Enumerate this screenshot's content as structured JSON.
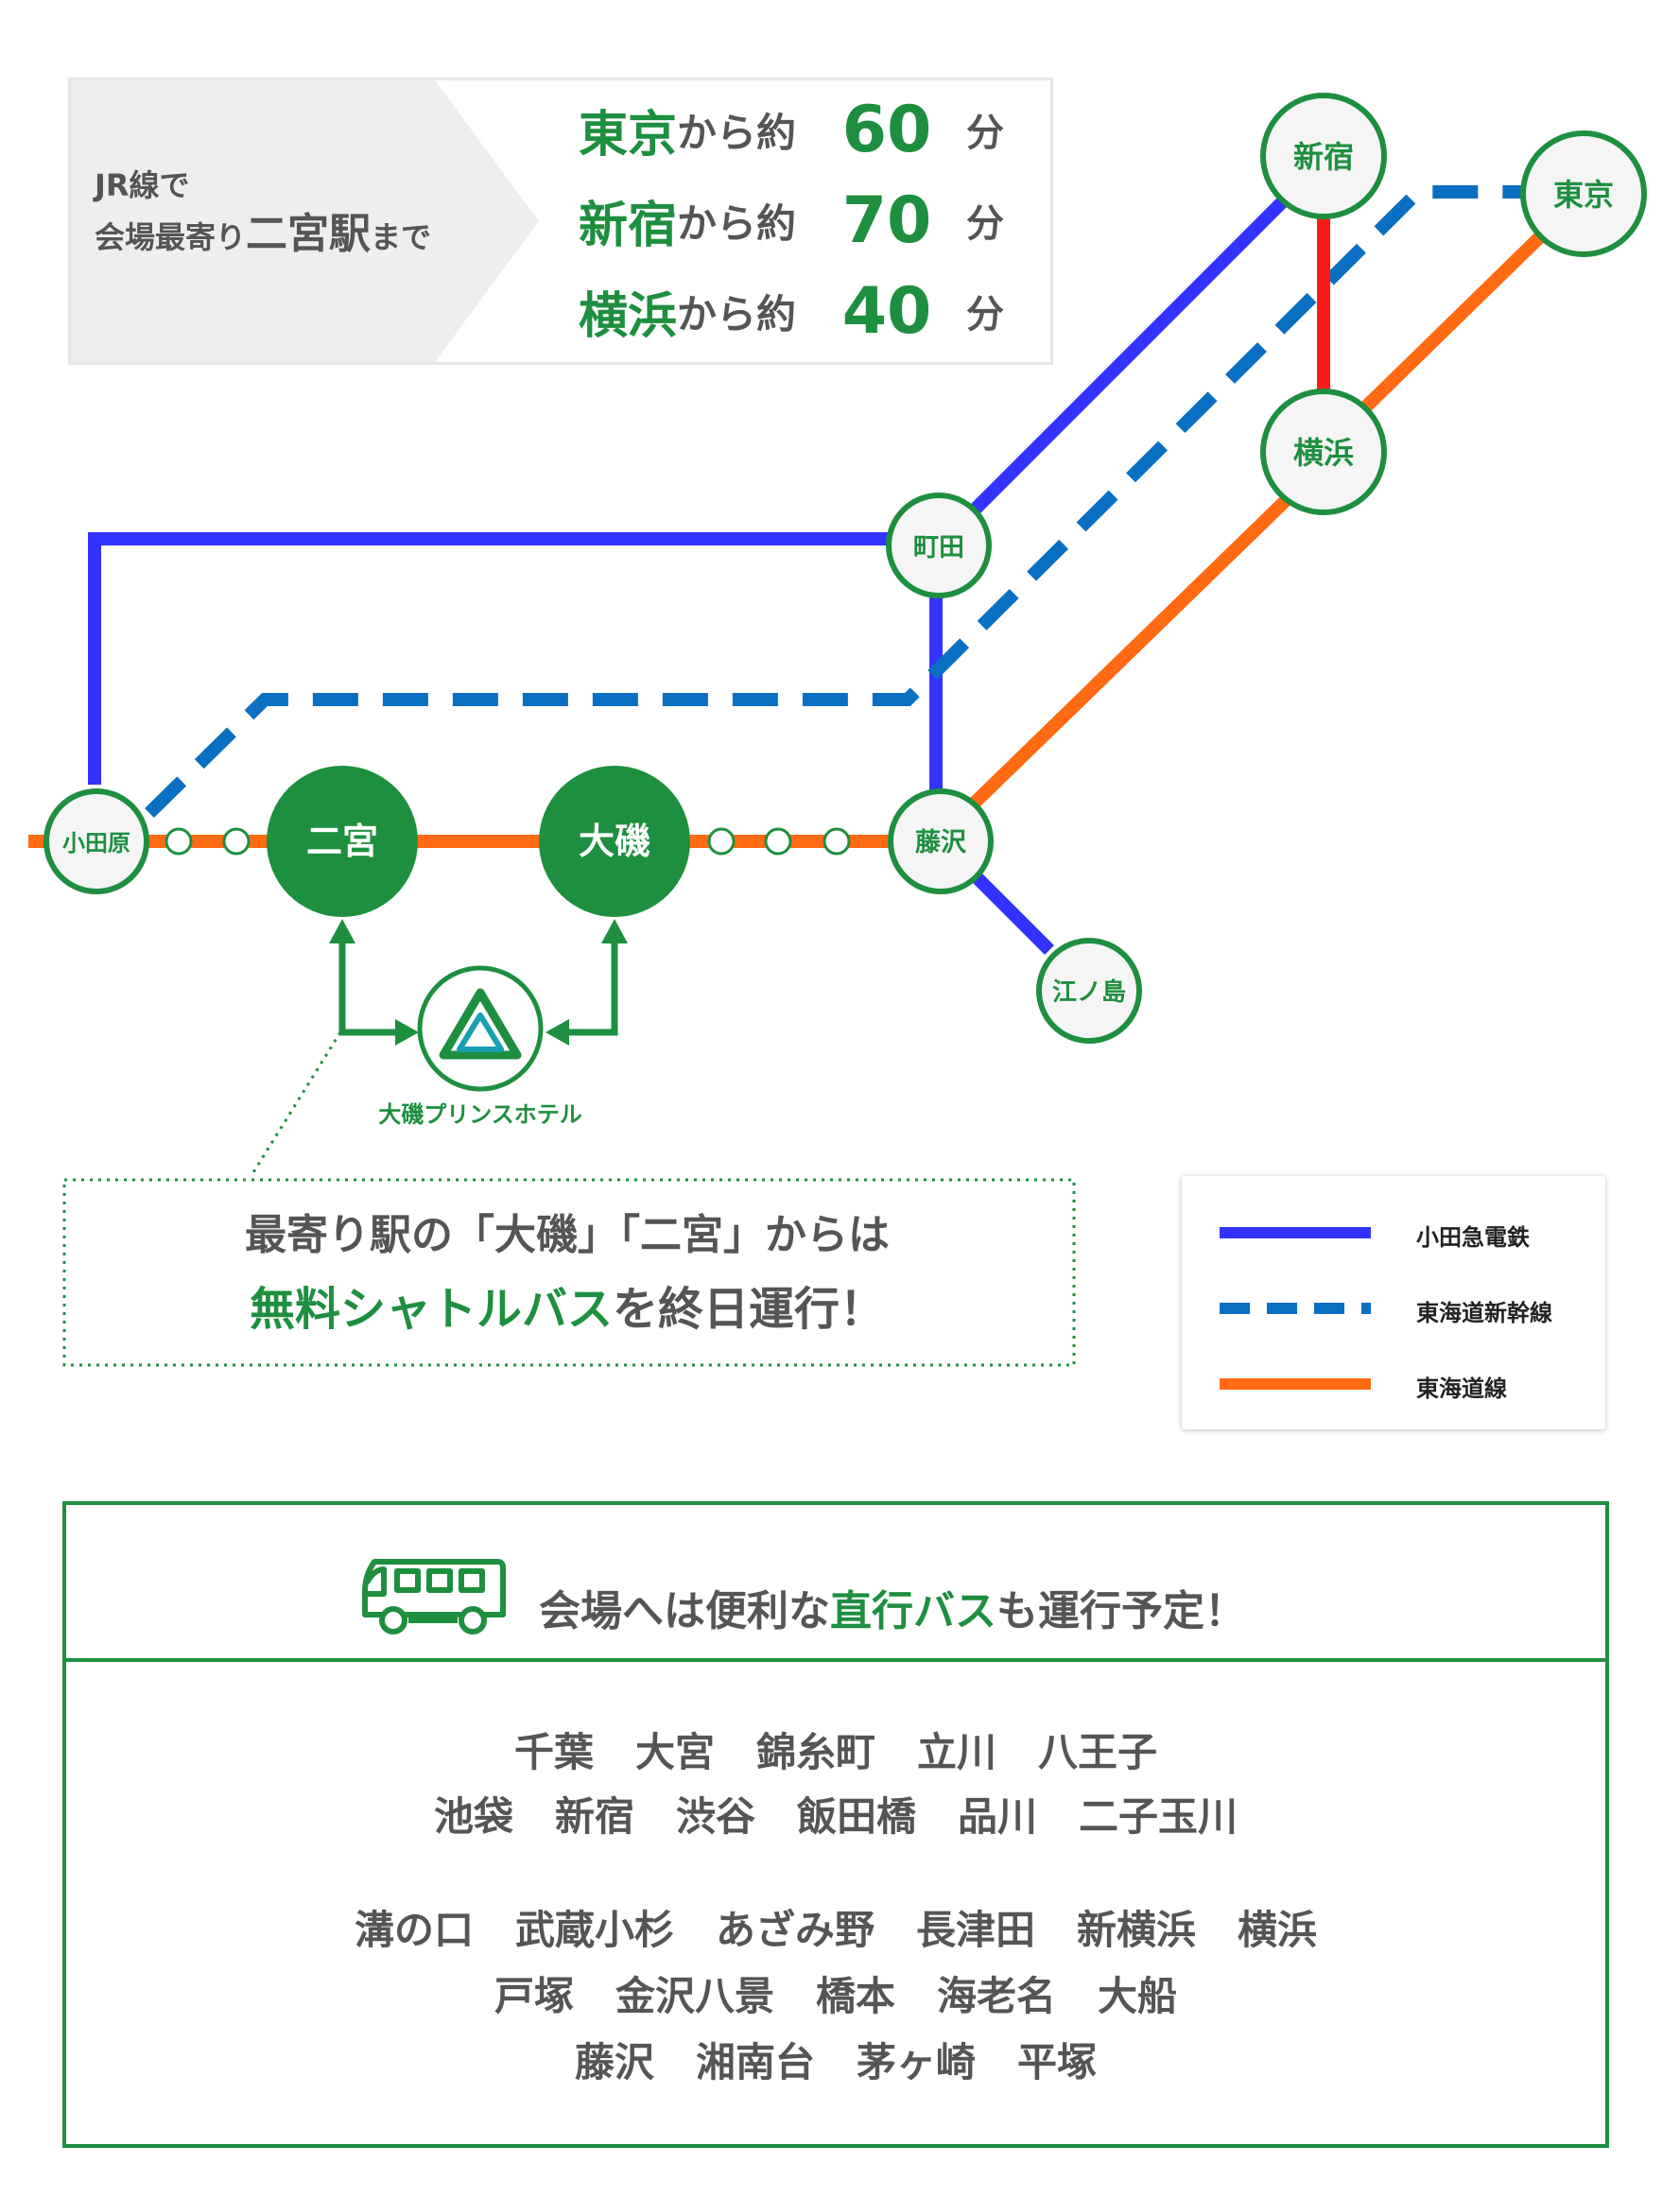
{
  "info": {
    "left_line1": "JR線で",
    "left_line2_pre": "会場最寄り",
    "left_line2_big": "二宮駅",
    "left_line2_post": "まで",
    "times": [
      {
        "city": "東京",
        "kara": "から約",
        "minutes": "60",
        "unit": "分"
      },
      {
        "city": "新宿",
        "kara": "から約",
        "minutes": "70",
        "unit": "分"
      },
      {
        "city": "横浜",
        "kara": "から約",
        "minutes": "40",
        "unit": "分"
      }
    ]
  },
  "stations": {
    "shinjuku": "新宿",
    "tokyo": "東京",
    "yokohama": "横浜",
    "machida": "町田",
    "odawara": "小田原",
    "ninomiya": "二宮",
    "oiso": "大磯",
    "fujisawa": "藤沢",
    "enoshima": "江ノ島"
  },
  "hotel": {
    "name": "大磯プリンスホテル"
  },
  "shuttle": {
    "line1": "最寄り駅の「大磯」「二宮」からは",
    "line2_green": "無料シャトルバス",
    "line2_rest": "を終日運行！"
  },
  "legend": [
    {
      "label": "小田急電鉄",
      "color": "#3333ff",
      "style": "solid"
    },
    {
      "label": "東海道新幹線",
      "color": "#0a6fc2",
      "style": "dashed"
    },
    {
      "label": "東海道線",
      "color": "#ff6a13",
      "style": "solid"
    }
  ],
  "colors": {
    "green": "#1e8f3f",
    "odakyu": "#3333ff",
    "shinkansen": "#0a6fc2",
    "tokaido": "#ff6a13",
    "red": "#ff1a1a"
  },
  "bus": {
    "title_pre": "会場へは便利な",
    "title_green": "直行バス",
    "title_post": "も運行予定！",
    "icon": "bus-icon",
    "destinations": [
      [
        "千葉",
        "大宮",
        "錦糸町",
        "立川",
        "八王子"
      ],
      [
        "池袋",
        "新宿",
        "渋谷",
        "飯田橋",
        "品川",
        "二子玉川"
      ],
      [
        "溝の口",
        "武蔵小杉",
        "あざみ野",
        "長津田",
        "新横浜",
        "横浜"
      ],
      [
        "戸塚",
        "金沢八景",
        "橋本",
        "海老名",
        "大船"
      ],
      [
        "藤沢",
        "湘南台",
        "茅ヶ崎",
        "平塚"
      ]
    ]
  }
}
